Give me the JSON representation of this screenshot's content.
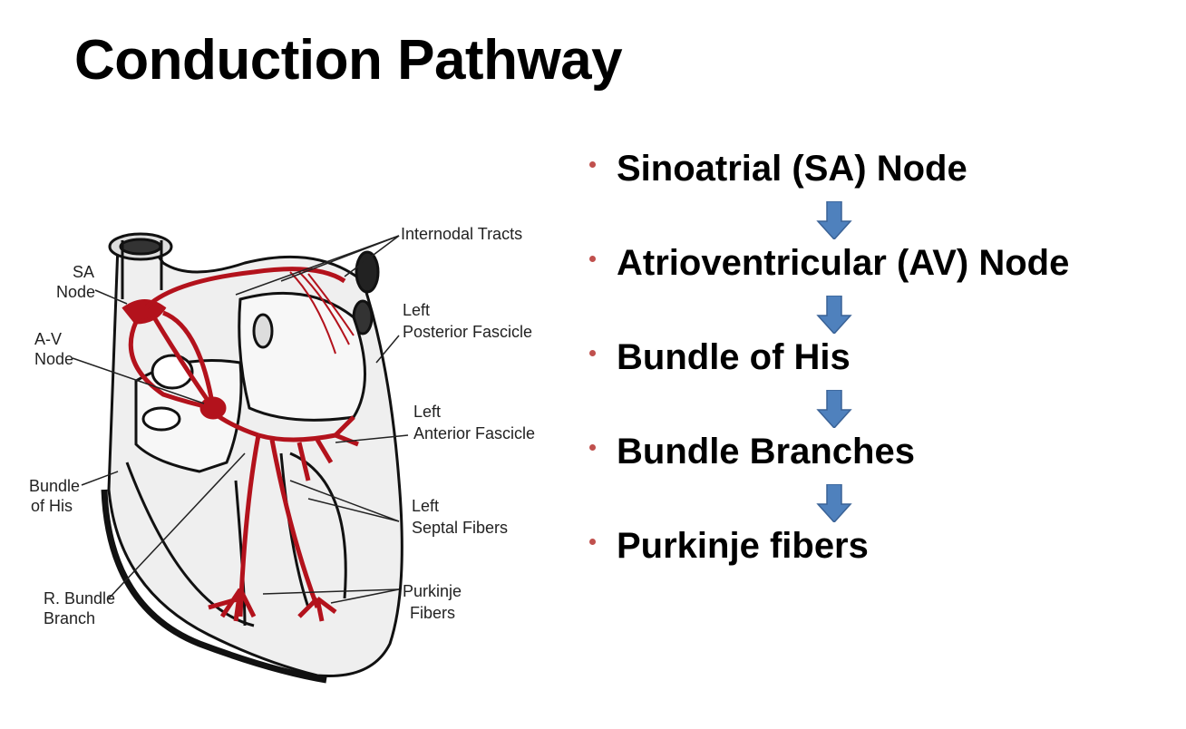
{
  "title": "Conduction Pathway",
  "colors": {
    "bullet": "#c0504d",
    "arrow": "#4f81bd",
    "conduction": "#b3121c"
  },
  "steps": [
    "Sinoatrial (SA) Node",
    "Atrioventricular (AV) Node",
    "Bundle of His",
    "Bundle Branches",
    "Purkinje fibers"
  ],
  "diagram_labels": {
    "internodal": "Internodal Tracts",
    "sa_1": "SA",
    "sa_2": "Node",
    "av_1": "A-V",
    "av_2": "Node",
    "lpf_1": "Left",
    "lpf_2": "Posterior  Fascicle",
    "laf_1": "Left",
    "laf_2": "Anterior  Fascicle",
    "his_1": "Bundle",
    "his_2": "of His",
    "lsf_1": "Left",
    "lsf_2": "Septal  Fibers",
    "rbb_1": "R. Bundle",
    "rbb_2": "Branch",
    "pf_1": "Purkinje",
    "pf_2": "Fibers"
  }
}
